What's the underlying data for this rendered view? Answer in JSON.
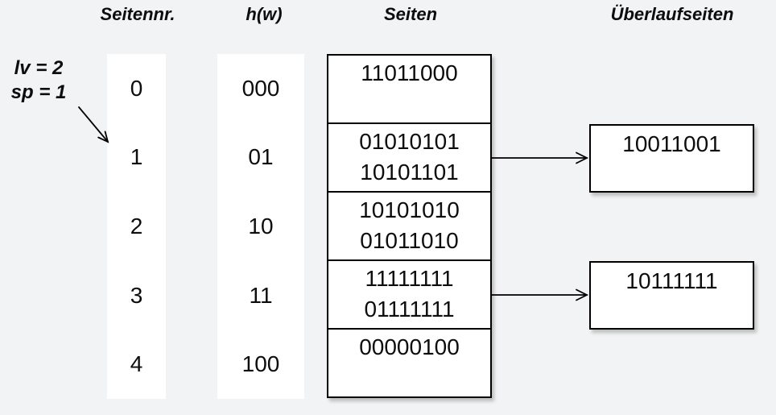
{
  "diagram_type": "linear-hashing-structure",
  "headers": {
    "page_number_col": "Seitennr.",
    "hash_col": "h(w)",
    "pages_col": "Seiten",
    "overflow_col": "Überlaufseiten"
  },
  "annotation": {
    "line1": "lv = 2",
    "line2": "sp = 1"
  },
  "page_numbers": [
    "0",
    "1",
    "2",
    "3",
    "4"
  ],
  "hash_values": [
    "000",
    "01",
    "10",
    "11",
    "100"
  ],
  "pages": [
    {
      "values": [
        "11011000"
      ]
    },
    {
      "values": [
        "01010101",
        "10101101"
      ]
    },
    {
      "values": [
        "10101010",
        "01011010"
      ]
    },
    {
      "values": [
        "11111111",
        "01111111"
      ]
    },
    {
      "values": [
        "00000100"
      ]
    }
  ],
  "overflow_pages": [
    {
      "linked_page_row": "1",
      "value": "10011001"
    },
    {
      "linked_page_row": "3",
      "value": "10111111"
    }
  ],
  "colors": {
    "background": "#f2f3f4",
    "box_fill": "#ffffff",
    "stroke": "#000000",
    "text": "#0d0d0d"
  }
}
